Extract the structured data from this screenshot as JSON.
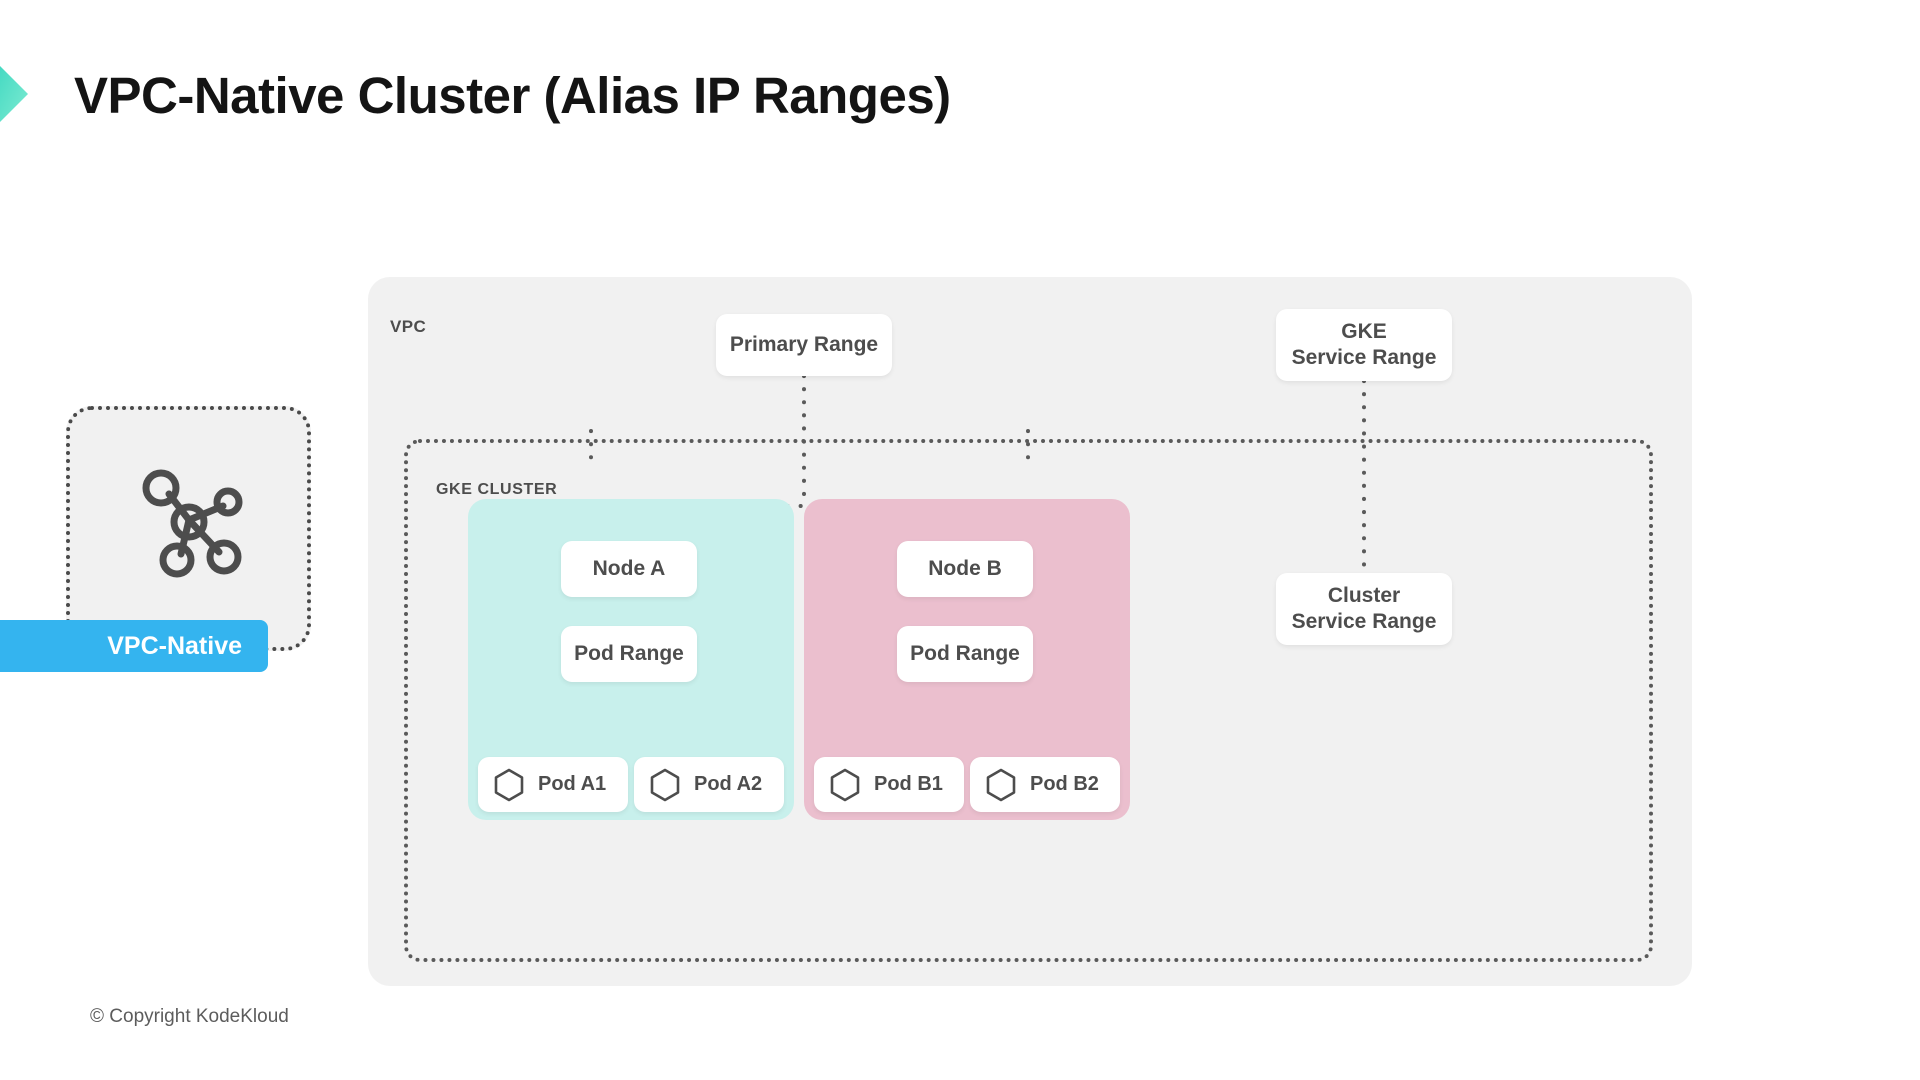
{
  "title": "VPC-Native Cluster (Alias IP Ranges)",
  "footer": "© Copyright KodeKloud",
  "brand": {
    "chevron_icon": "chevron-right-icon",
    "gradient_from": "#2ed9c3",
    "gradient_to": "#7ef0d2"
  },
  "callout": {
    "icon": "network-graph-icon",
    "badge_label": "VPC-Native",
    "badge_color": "#34b4ef",
    "card_bg": "#f1f1f1",
    "border_color": "#4a4a4a"
  },
  "vpc": {
    "label": "VPC",
    "bg": "#f1f1f1",
    "ranges": [
      {
        "id": "primary-range",
        "label": "Primary Range"
      },
      {
        "id": "gke-svc-range",
        "label": "GKE\nService Range",
        "line1": "GKE",
        "line2": "Service Range"
      },
      {
        "id": "cluster-svc-box",
        "label": "Cluster\nService Range",
        "line1": "Cluster",
        "line2": "Service Range"
      }
    ]
  },
  "gke_cluster": {
    "label": "GKE CLUSTER",
    "border_color": "#5a5a5a",
    "zones": [
      {
        "id": "zone-a",
        "color": "#c8f0ec",
        "node_label": "Node A",
        "pod_range_label": "Pod Range",
        "pods": [
          {
            "id": "pod-a1",
            "label": "Pod A1",
            "icon": "hexagon-pod-icon"
          },
          {
            "id": "pod-a2",
            "label": "Pod A2",
            "icon": "hexagon-pod-icon"
          }
        ]
      },
      {
        "id": "zone-b",
        "color": "#ebbfce",
        "node_label": "Node B",
        "pod_range_label": "Pod Range",
        "pods": [
          {
            "id": "pod-b1",
            "label": "Pod B1",
            "icon": "hexagon-pod-icon"
          },
          {
            "id": "pod-b2",
            "label": "Pod B2",
            "icon": "hexagon-pod-icon"
          }
        ]
      }
    ]
  },
  "connector_color": "#5a5a5a"
}
